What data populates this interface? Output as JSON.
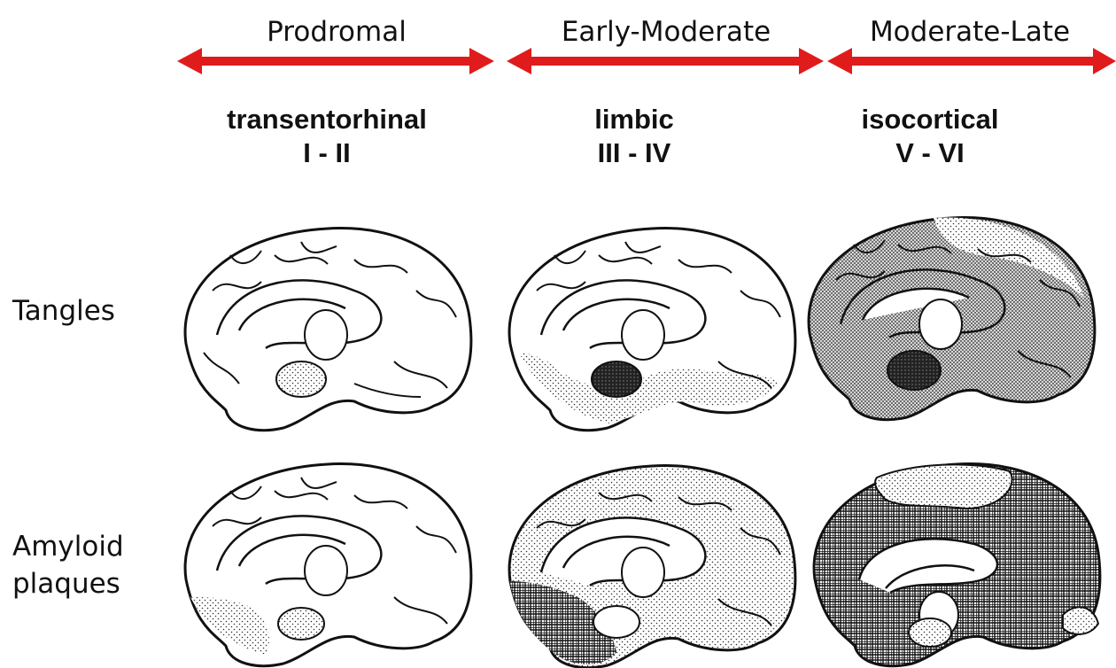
{
  "stages": [
    {
      "label": "Prodromal",
      "region": "transentorhinal",
      "braak": "I - II"
    },
    {
      "label": "Early-Moderate",
      "region": "limbic",
      "braak": "III - IV"
    },
    {
      "label": "Moderate-Late",
      "region": "isocortical",
      "braak": "V - VI"
    }
  ],
  "rows": [
    {
      "label": "Tangles"
    },
    {
      "label": "Amyloid",
      "label_line2": "plaques"
    }
  ],
  "colors": {
    "arrow": "#e01b1b",
    "outline": "#111111",
    "light_stipple": "#d9d9d9",
    "medium_stipple": "#b3b3b3",
    "dense": "#2a2a2a"
  }
}
